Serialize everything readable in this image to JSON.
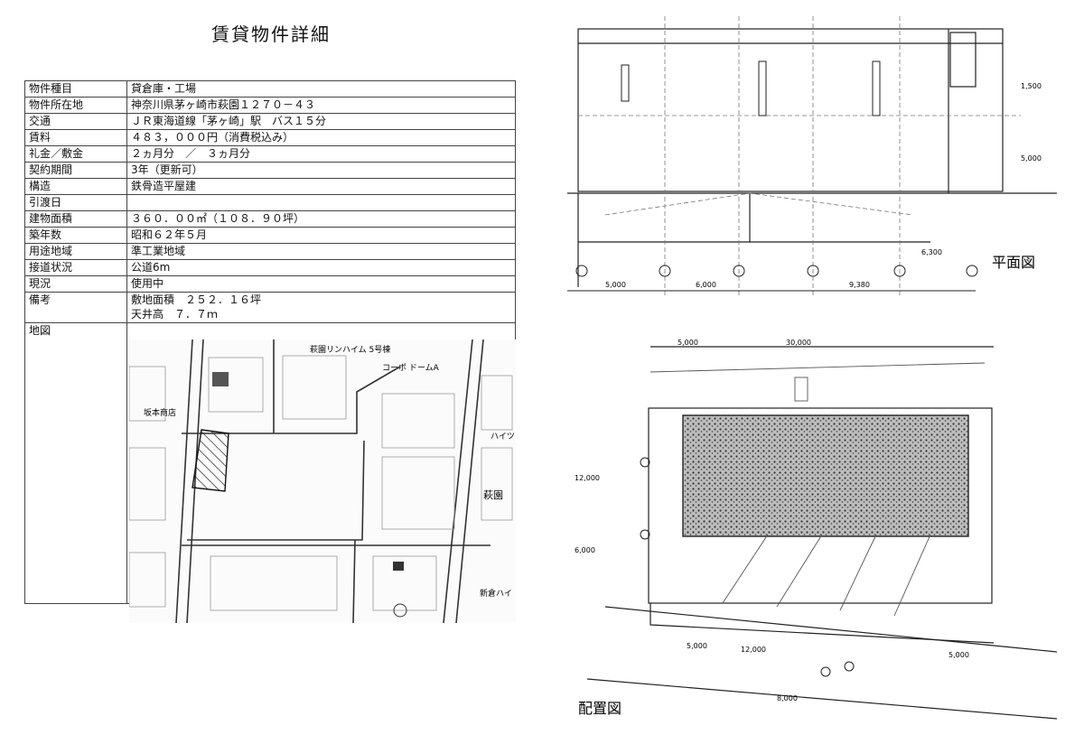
{
  "title": "賃貸物件詳細",
  "rows": [
    {
      "label": "物件種目",
      "value": "貸倉庫・工場"
    },
    {
      "label": "物件所在地",
      "value": "神奈川県茅ヶ崎市萩園１２７０－４３"
    },
    {
      "label": "交通",
      "value": "ＪＲ東海道線「茅ヶ崎」駅　バス１５分"
    },
    {
      "label": "賃料",
      "value": "４８３，０００円（消費税込み）"
    },
    {
      "label": "礼金／敷金",
      "value": "２ヵ月分　／　３ヵ月分"
    },
    {
      "label": "契約期間",
      "value": "3年（更新可）"
    },
    {
      "label": "構造",
      "value": "鉄骨造平屋建"
    },
    {
      "label": "引渡日",
      "value": ""
    },
    {
      "label": "建物面積",
      "value": "３６０．００㎡（１０８．９０坪）"
    },
    {
      "label": "築年数",
      "value": "昭和６２年５月"
    },
    {
      "label": "用途地域",
      "value": "準工業地域"
    },
    {
      "label": "接道状況",
      "value": "公道6m"
    },
    {
      "label": "現況",
      "value": "使用中"
    }
  ],
  "remarks": {
    "label": "備考",
    "line1": "敷地面積　２５２．１６坪",
    "line2": "天井高　７．７ｍ"
  },
  "map": {
    "label": "地図",
    "places": [
      "萩園リンハイム 5号棟",
      "コーポ ドームA",
      "坂本商店",
      "ハイツ",
      "萩園",
      "新倉ハイ"
    ]
  },
  "plan_label": "平面図",
  "site_label": "配置図",
  "plan_dims": [
    "5,000",
    "6,000",
    "9,380",
    "6,300",
    "5,000",
    "1,500"
  ],
  "site_dims": [
    "5,000",
    "30,000",
    "12,000",
    "5,000",
    "12,000",
    "5,000",
    "6,000",
    "8,000"
  ],
  "colors": {
    "line": "#222222",
    "light": "#777777",
    "hatch": "#333333"
  }
}
